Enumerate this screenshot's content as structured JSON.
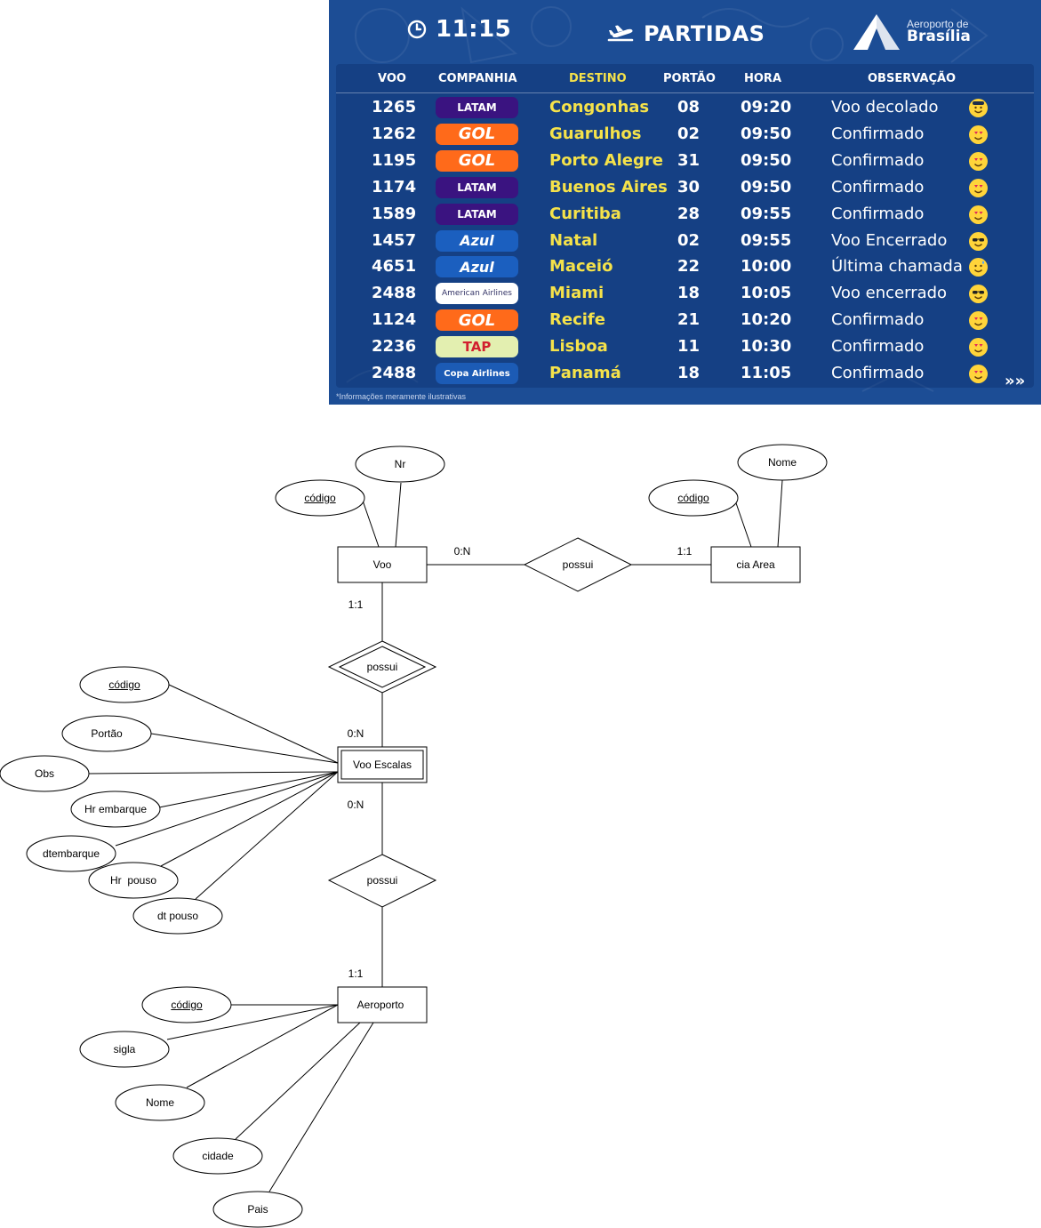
{
  "board": {
    "time": "11:15",
    "title": "PARTIDAS",
    "brand_top": "Aeroporto de",
    "brand_main": "Brasília",
    "headers": {
      "voo": "VOO",
      "companhia": "COMPANHIA",
      "destino": "DESTINO",
      "portao": "PORTÃO",
      "hora": "HORA",
      "observacao": "OBSERVAÇÃO"
    },
    "rows": [
      {
        "voo": "1265",
        "companhia": "LATAM",
        "destino": "Congonhas",
        "portao": "08",
        "hora": "09:20",
        "obs": "Voo decolado",
        "emoji": "pilot"
      },
      {
        "voo": "1262",
        "companhia": "GOL",
        "destino": "Guarulhos",
        "portao": "02",
        "hora": "09:50",
        "obs": "Confirmado",
        "emoji": "heart-eyes"
      },
      {
        "voo": "1195",
        "companhia": "GOL",
        "destino": "Porto Alegre",
        "portao": "31",
        "hora": "09:50",
        "obs": "Confirmado",
        "emoji": "heart-eyes"
      },
      {
        "voo": "1174",
        "companhia": "LATAM",
        "destino": "Buenos Aires",
        "portao": "30",
        "hora": "09:50",
        "obs": "Confirmado",
        "emoji": "heart-eyes"
      },
      {
        "voo": "1589",
        "companhia": "LATAM",
        "destino": "Curitiba",
        "portao": "28",
        "hora": "09:55",
        "obs": "Confirmado",
        "emoji": "heart-eyes"
      },
      {
        "voo": "1457",
        "companhia": "Azul",
        "destino": "Natal",
        "portao": "02",
        "hora": "09:55",
        "obs": "Voo Encerrado",
        "emoji": "sunglasses"
      },
      {
        "voo": "4651",
        "companhia": "Azul",
        "destino": "Maceió",
        "portao": "22",
        "hora": "10:00",
        "obs": "Última chamada",
        "emoji": "sweat"
      },
      {
        "voo": "2488",
        "companhia": "American Airlines",
        "destino": "Miami",
        "portao": "18",
        "hora": "10:05",
        "obs": "Voo encerrado",
        "emoji": "sunglasses"
      },
      {
        "voo": "1124",
        "companhia": "GOL",
        "destino": "Recife",
        "portao": "21",
        "hora": "10:20",
        "obs": "Confirmado",
        "emoji": "heart-eyes"
      },
      {
        "voo": "2236",
        "companhia": "TAP",
        "destino": "Lisboa",
        "portao": "11",
        "hora": "10:30",
        "obs": "Confirmado",
        "emoji": "heart-eyes"
      },
      {
        "voo": "2488",
        "companhia": "Copa Airlines",
        "destino": "Panamá",
        "portao": "18",
        "hora": "11:05",
        "obs": "Confirmado",
        "emoji": "heart-eyes"
      }
    ],
    "footnote": "*Informações meramente ilustrativas",
    "next_symbol": "»»",
    "colors": {
      "background": "#1c4d95",
      "highlight": "#f5e24a"
    }
  },
  "er": {
    "entities": {
      "voo": "Voo",
      "cia_area": "cia Area",
      "voo_escalas": "Voo Escalas",
      "aeroporto": "Aeroporto"
    },
    "relationships": {
      "voo_cia": "possui",
      "voo_escalas": "possui",
      "escalas_aeroporto": "possui"
    },
    "cardinalities": {
      "voo_to_cia": "0:N",
      "cia_to_voo": "1:1",
      "voo_to_escalas_top": "1:1",
      "escalas_from_voo": "0:N",
      "escalas_to_aeroporto": "0:N",
      "aeroporto_from_escalas": "1:1"
    },
    "attributes": {
      "voo": [
        {
          "label": "código",
          "key": true
        },
        {
          "label": "Nr",
          "key": false
        }
      ],
      "cia_area": [
        {
          "label": "código",
          "key": true
        },
        {
          "label": "Nome",
          "key": false
        }
      ],
      "voo_escalas": [
        {
          "label": "código",
          "key": true
        },
        {
          "label": "Portão",
          "key": false
        },
        {
          "label": "Obs",
          "key": false
        },
        {
          "label": "Hr embarque",
          "key": false
        },
        {
          "label": "dtembarque",
          "key": false
        },
        {
          "label": "Hr  pouso",
          "key": false
        },
        {
          "label": "dt pouso",
          "key": false
        }
      ],
      "aeroporto": [
        {
          "label": "código",
          "key": true
        },
        {
          "label": "sigla",
          "key": false
        },
        {
          "label": "Nome",
          "key": false
        },
        {
          "label": "cidade",
          "key": false
        },
        {
          "label": "Pais",
          "key": false
        }
      ]
    }
  }
}
